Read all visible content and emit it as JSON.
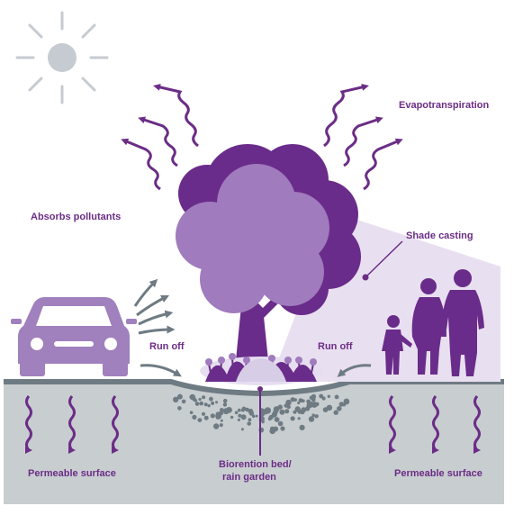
{
  "labels": {
    "evapotranspiration": "Evapotranspiration",
    "absorbs_pollutants": "Absorbs pollutants",
    "shade_casting": "Shade casting",
    "run_off_left": "Run off",
    "run_off_right": "Run off",
    "permeable_surface_left": "Permeable surface",
    "permeable_surface_right": "Permeable surface",
    "bioretention_line1": "Biorention bed/",
    "bioretention_line2": "rain garden"
  },
  "colors": {
    "purple_dark": "#6b2d86",
    "purple_tree_back": "#6a2c8a",
    "purple_tree_front": "#a07bbd",
    "purple_car": "#a080bd",
    "shade": "#e8dff0",
    "ground": "#c8cdd0",
    "ground_line": "#6e7b83",
    "sun": "#c5cbd0",
    "arrow_gray": "#6e7b83"
  },
  "icons": [
    "sun-icon",
    "car-icon",
    "tree-icon",
    "people-icon",
    "wavy-arrow-icon",
    "curved-arrow-icon"
  ]
}
